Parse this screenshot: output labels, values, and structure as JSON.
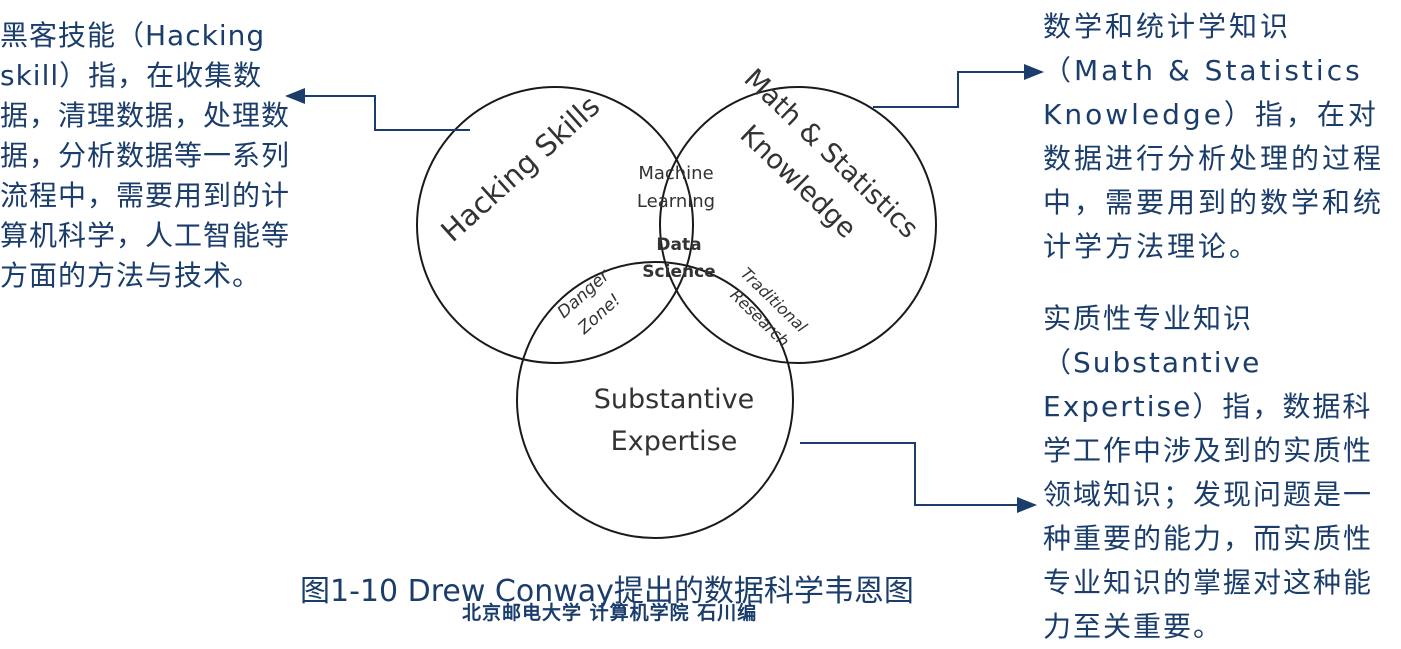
{
  "left_text": "黑客技能（Hacking skill）指，在收集数据，清理数据，处理数据，分析数据等一系列流程中，需要用到的计算机科学，人工智能等方面的方法与技术。",
  "right_text_1": "数学和统计学知识（Math & Statistics Knowledge）指，在对数据进行分析处理的过程中，需要用到的数学和统计学方法理论。",
  "right_text_2": "实质性专业知识（Substantive Expertise）指，数据科学工作中涉及到的实质性领域知识；发现问题是一种重要的能力，而实质性专业知识的掌握对这种能力至关重要。",
  "venn": {
    "hacking": "Hacking Skills",
    "math_line1": "Math & Statistics",
    "math_line2": "Knowledge",
    "substantive_line1": "Substantive",
    "substantive_line2": "Expertise",
    "ml_line1": "Machine",
    "ml_line2": "Learning",
    "ds_line1": "Data",
    "ds_line2": "Science",
    "danger_line1": "Danger",
    "danger_line2": "Zone!",
    "traditional_line1": "Traditional",
    "traditional_line2": "Research"
  },
  "caption": "图1-10 Drew Conway提出的数据科学韦恩图",
  "footer": "北京邮电大学 计算机学院 石川编",
  "colors": {
    "text": "#1a3d6b",
    "circle": "#1a1a1a",
    "arrow": "#1a3d6b"
  }
}
